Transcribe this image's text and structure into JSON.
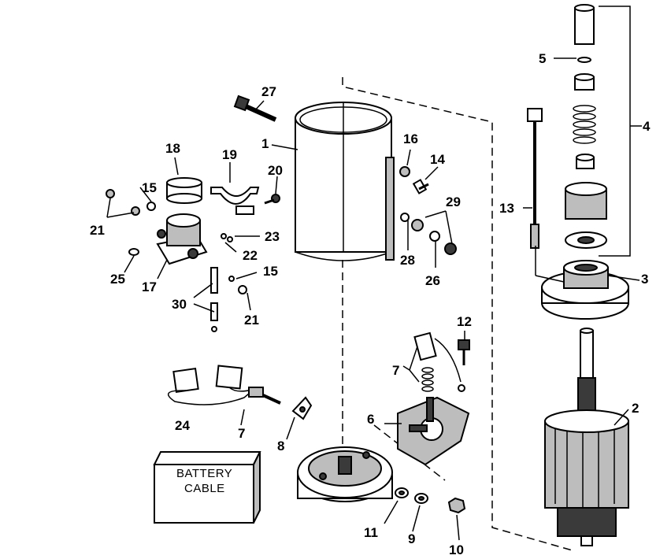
{
  "diagram": {
    "callouts": {
      "c1": "1",
      "c2": "2",
      "c3": "3",
      "c4": "4",
      "c5": "5",
      "c6": "6",
      "c7a": "7",
      "c7b": "7",
      "c8": "8",
      "c9": "9",
      "c10": "10",
      "c11": "11",
      "c12": "12",
      "c13": "13",
      "c14": "14",
      "c15a": "15",
      "c15b": "15",
      "c16": "16",
      "c17": "17",
      "c18": "18",
      "c19": "19",
      "c20": "20",
      "c21a": "21",
      "c21b": "21",
      "c22": "22",
      "c23": "23",
      "c24": "24",
      "c25": "25",
      "c26": "26",
      "c27": "27",
      "c28": "28",
      "c29": "29",
      "c30": "30"
    },
    "battery_box": {
      "line1": "BATTERY",
      "line2": "CABLE"
    }
  }
}
